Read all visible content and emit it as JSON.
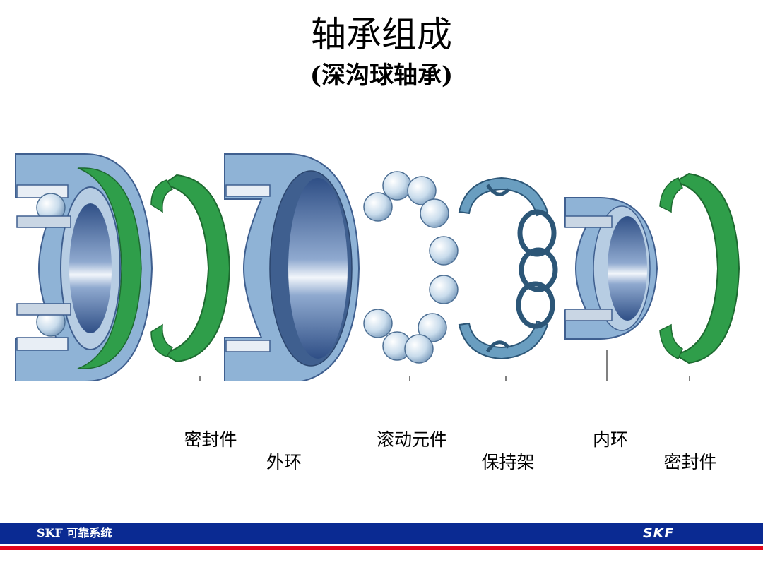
{
  "title": "轴承组成",
  "subtitle": "(深沟球轴承)",
  "labels": {
    "seal_left": "密封件",
    "outer_ring": "外环",
    "rolling_elements": "滚动元件",
    "cage": "保持架",
    "inner_ring": "内环",
    "seal_right": "密封件"
  },
  "footer": {
    "text": "SKF 可靠系统",
    "logo": "SKF"
  },
  "colors": {
    "ring_blue": "#8fb3d6",
    "ring_dark": "#3f5f8f",
    "seal_green": "#2f9e4a",
    "ball": "#d8e8f4",
    "cage": "#6a9ec0",
    "footer_blue": "#0a2a92",
    "footer_red": "#e3061b"
  }
}
